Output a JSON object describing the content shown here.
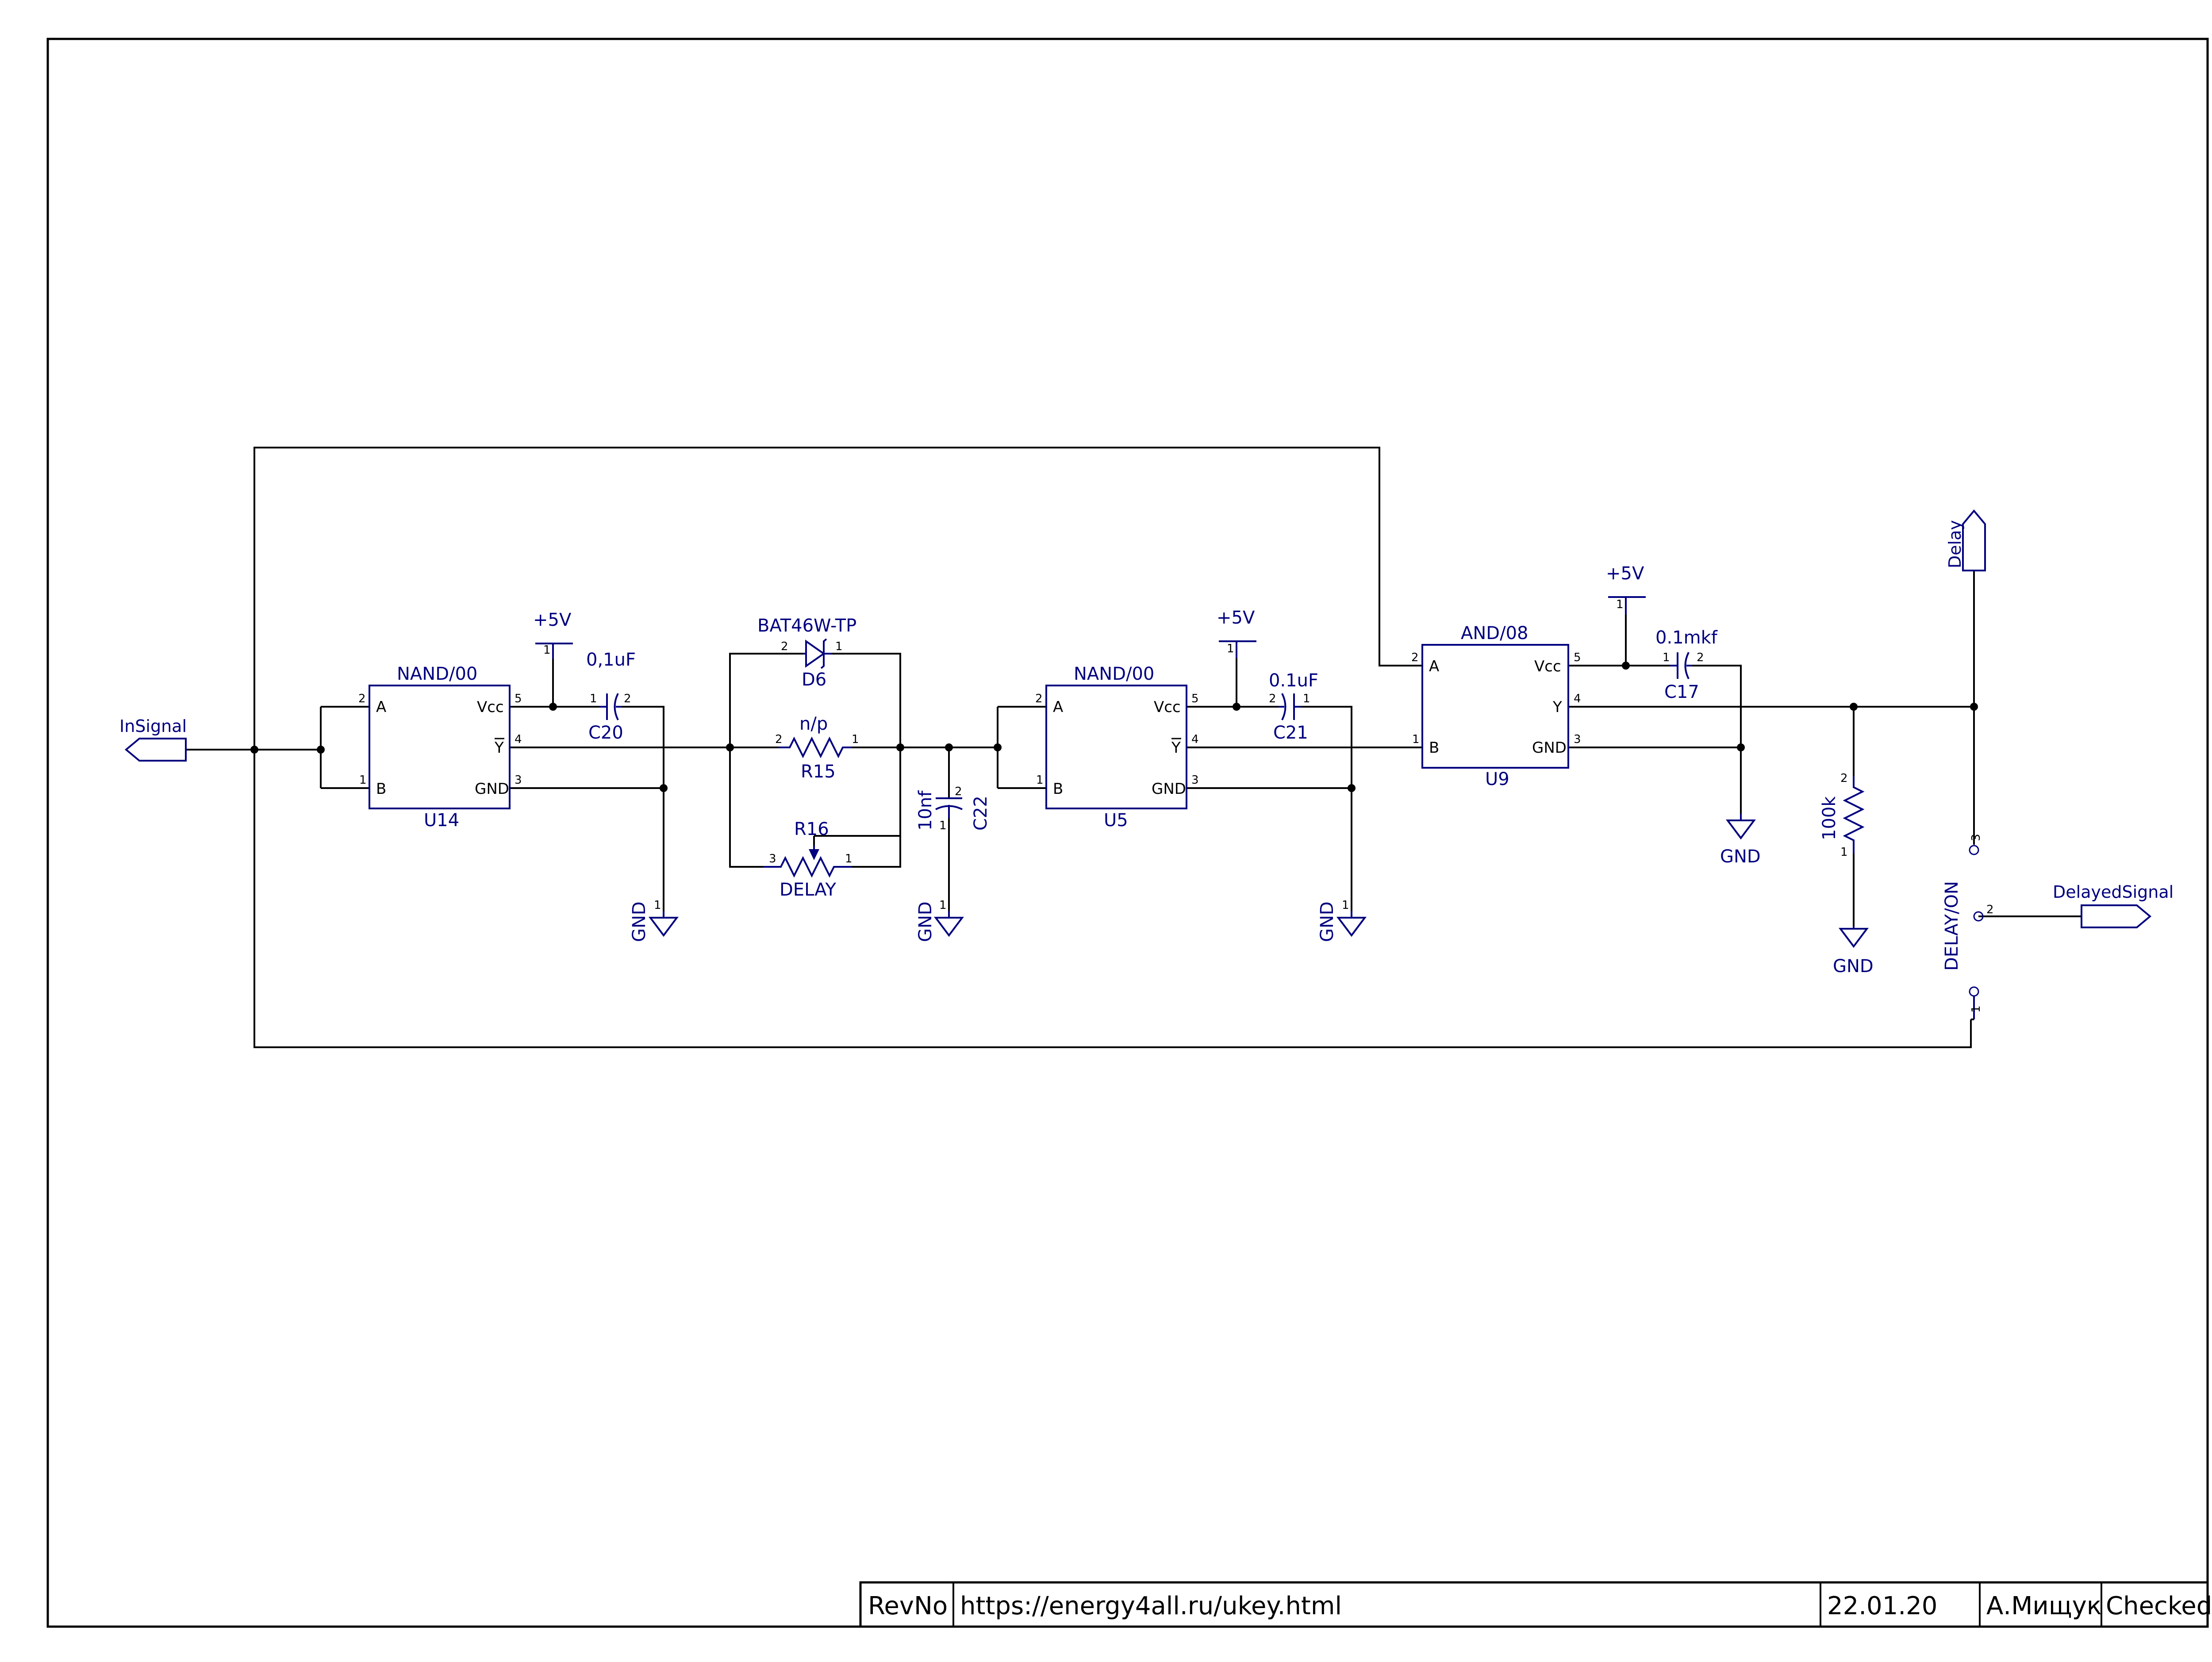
{
  "components": {
    "u14": {
      "ref": "U14",
      "type": "NAND/00",
      "pins": {
        "a": "A",
        "b": "B",
        "vcc": "Vcc",
        "y": "Y",
        "gnd": "GND"
      },
      "pin_numbers": {
        "a": "2",
        "b": "1",
        "vcc": "5",
        "y": "4",
        "gnd": "3"
      }
    },
    "u5": {
      "ref": "U5",
      "type": "NAND/00",
      "pins": {
        "a": "A",
        "b": "B",
        "vcc": "Vcc",
        "y": "Y",
        "gnd": "GND"
      },
      "pin_numbers": {
        "a": "2",
        "b": "1",
        "vcc": "5",
        "y": "4",
        "gnd": "3"
      }
    },
    "u9": {
      "ref": "U9",
      "type": "AND/08",
      "pins": {
        "a": "A",
        "b": "B",
        "vcc": "Vcc",
        "y": "Y",
        "gnd": "GND"
      },
      "pin_numbers": {
        "a": "2",
        "b": "1",
        "vcc": "5",
        "y": "4",
        "gnd": "3"
      }
    },
    "c20": {
      "ref": "C20",
      "value": "0,1uF",
      "pin1": "1",
      "pin2": "2"
    },
    "c21": {
      "ref": "C21",
      "value": "0.1uF",
      "pin1": "2",
      "pin2": "1"
    },
    "c22": {
      "ref": "C22",
      "value": "10nf",
      "pin1": "1",
      "pin2": "2"
    },
    "c17": {
      "ref": "C17",
      "value": "0.1mkf",
      "pin1": "1",
      "pin2": "2"
    },
    "d6": {
      "ref": "D6",
      "value": "BAT46W-TP",
      "pin1": "1",
      "pin2": "2"
    },
    "r15": {
      "ref": "R15",
      "value": "n/p",
      "pin1": "1",
      "pin2": "2"
    },
    "r16": {
      "ref": "R16",
      "value": "DELAY",
      "pin1": "1",
      "pin3": "3"
    },
    "r_pulldown": {
      "value": "100k",
      "pin1": "1",
      "pin2": "2"
    },
    "switch": {
      "ref": "DELAY/ON",
      "pin1": "1",
      "pin2": "2",
      "pin3": "3"
    }
  },
  "power": {
    "vcc_label": "+5V",
    "vcc_pin": "1",
    "gnd_label": "GND",
    "gnd_pin": "1"
  },
  "ports": {
    "in": "InSignal",
    "delay": "Delay",
    "out": "DelayedSignal"
  },
  "title_block": {
    "rev": "RevNo",
    "url": "https://energy4all.ru/ukey.html",
    "date": "22.01.20",
    "author": "А.Мищук",
    "checked": "Checked"
  }
}
